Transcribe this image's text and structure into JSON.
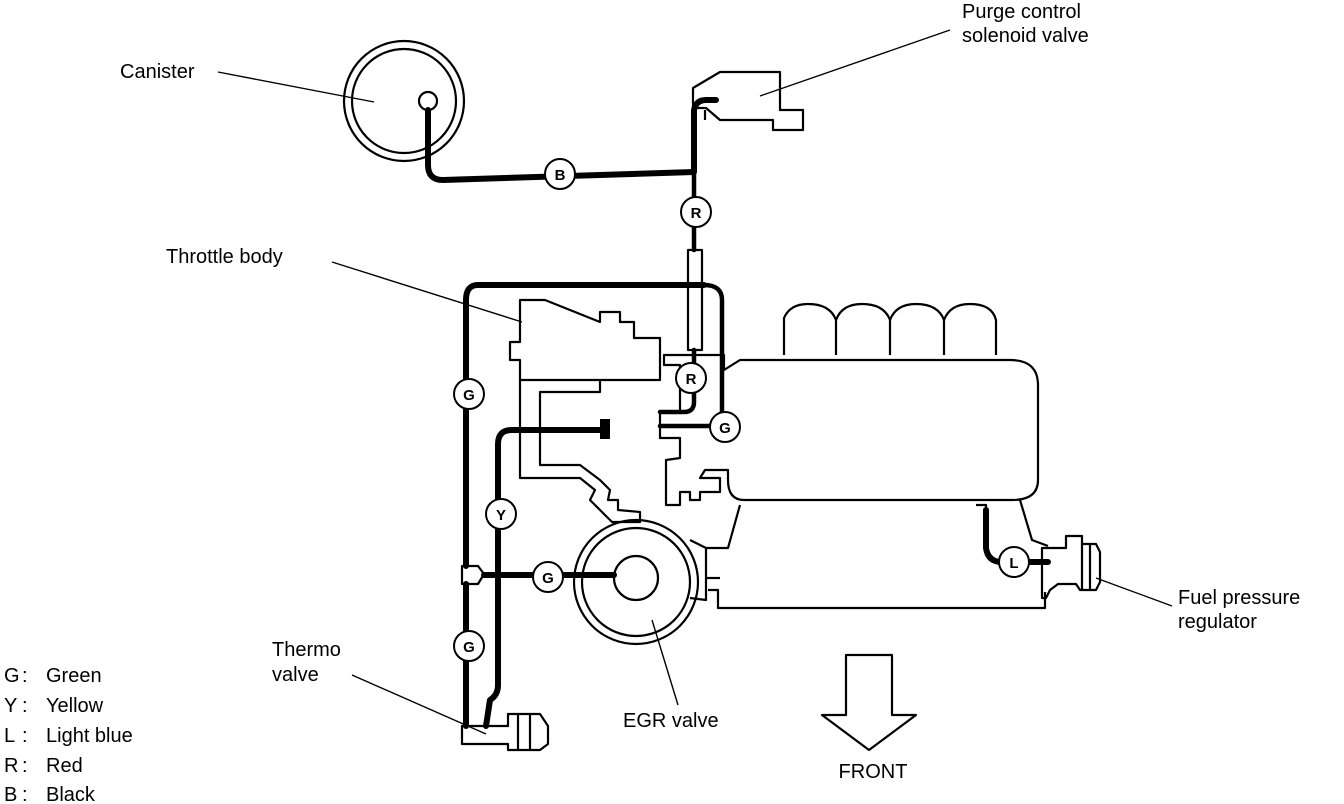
{
  "labels": {
    "canister": "Canister",
    "purge_line1": "Purge control",
    "purge_line2": "solenoid valve",
    "throttle_body": "Throttle body",
    "thermo_line1": "Thermo",
    "thermo_line2": "valve",
    "egr_valve": "EGR  valve",
    "fuel_line1": "Fuel pressure",
    "fuel_line2": "regulator",
    "front": "FRONT"
  },
  "hose_tags": {
    "black": "B",
    "red_upper": "R",
    "red_lower": "R",
    "green_throttle": "G",
    "green_left": "G",
    "green_egr": "G",
    "green_thermo": "G",
    "yellow": "Y",
    "light_blue": "L"
  },
  "legend": [
    {
      "code": "G",
      "sep": ":",
      "color": "Green"
    },
    {
      "code": "Y",
      "sep": ":",
      "color": "Yellow"
    },
    {
      "code": "L",
      "sep": ":",
      "color": "Light blue"
    },
    {
      "code": "R",
      "sep": ":",
      "color": "Red"
    },
    {
      "code": "B",
      "sep": ":",
      "color": "Black"
    }
  ]
}
